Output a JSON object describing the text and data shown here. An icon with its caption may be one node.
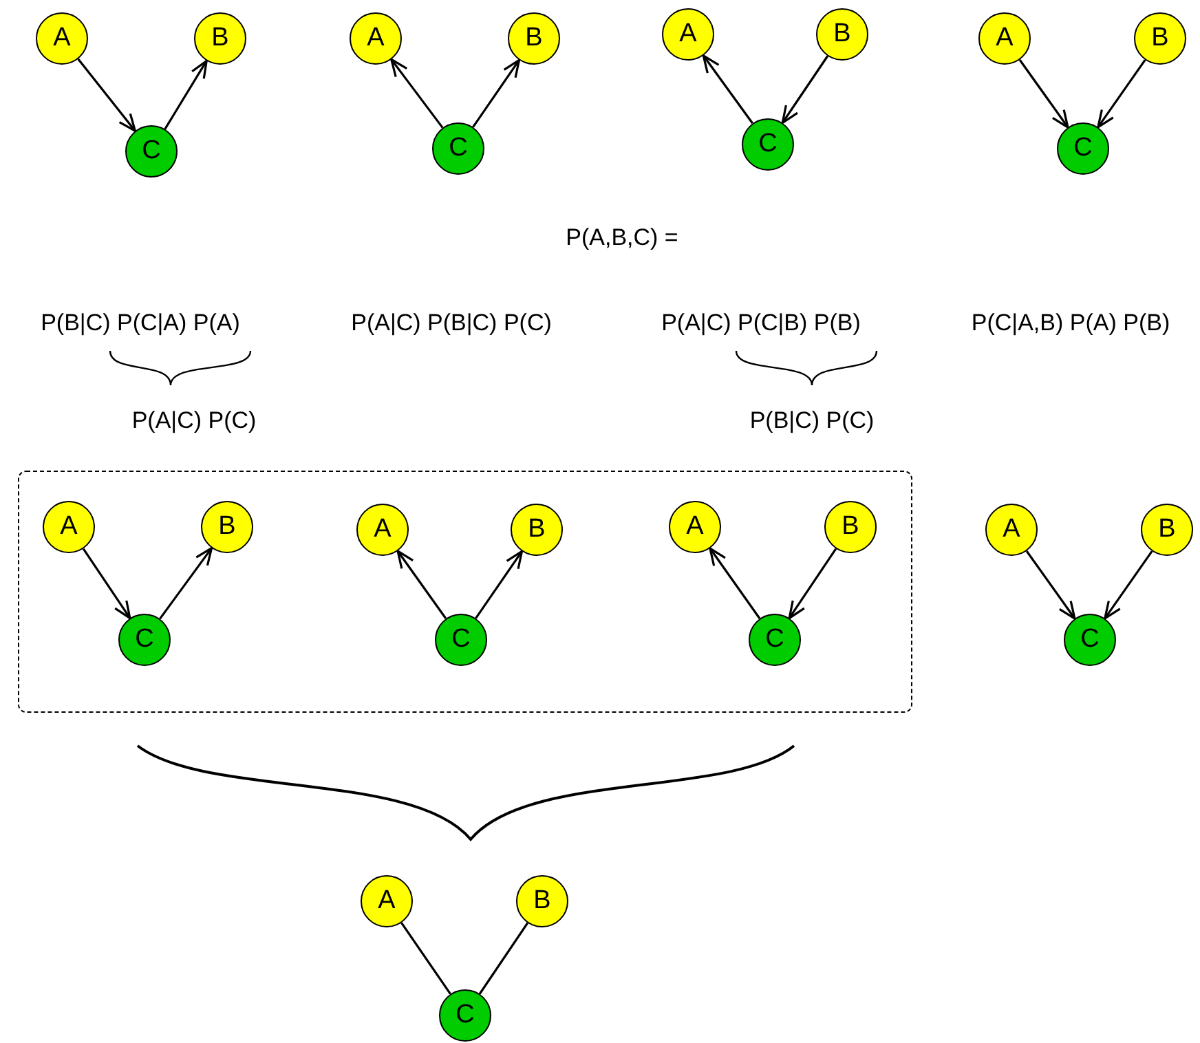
{
  "diagram": {
    "nodes": [
      {
        "text": [
          "A"
        ]
      },
      {
        "text": [
          "B"
        ]
      },
      {
        "text": [
          "C"
        ]
      },
      {
        "text": [
          "A"
        ]
      },
      {
        "text": [
          "B"
        ]
      },
      {
        "text": [
          "C"
        ]
      },
      {
        "text": [
          "A"
        ]
      },
      {
        "text": [
          "B"
        ]
      },
      {
        "text": [
          "C"
        ]
      },
      {
        "text": [
          "A"
        ]
      },
      {
        "text": [
          "B"
        ]
      },
      {
        "text": [
          "C"
        ]
      },
      {
        "text": [],
        "shape": "box"
      },
      {
        "text": [
          "A"
        ],
        "in": 12
      },
      {
        "text": [
          "B"
        ],
        "in": 12
      },
      {
        "text": [
          "C"
        ],
        "in": 12
      },
      {
        "text": [
          "A"
        ],
        "in": 12
      },
      {
        "text": [
          "B"
        ],
        "in": 12
      },
      {
        "text": [
          "C"
        ],
        "in": 12
      },
      {
        "text": [
          "A"
        ],
        "in": 12
      },
      {
        "text": [
          "B"
        ],
        "in": 12
      },
      {
        "text": [
          "C"
        ],
        "in": 12
      },
      {
        "text": [
          "A"
        ]
      },
      {
        "text": [
          "B"
        ]
      },
      {
        "text": [
          "C"
        ]
      },
      {
        "text": [
          "A"
        ]
      },
      {
        "text": [
          "B"
        ]
      },
      {
        "text": [
          "C"
        ]
      }
    ],
    "edges": [
      {
        "from": 0,
        "to": 2,
        "arrow": "to"
      },
      {
        "from": 2,
        "to": 1,
        "arrow": "to"
      },
      {
        "from": 5,
        "to": 3,
        "arrow": "to"
      },
      {
        "from": 5,
        "to": 4,
        "arrow": "to"
      },
      {
        "from": 8,
        "to": 6,
        "arrow": "to"
      },
      {
        "from": 7,
        "to": 8,
        "arrow": "to"
      },
      {
        "from": 9,
        "to": 11,
        "arrow": "to"
      },
      {
        "from": 10,
        "to": 11,
        "arrow": "to"
      },
      {
        "from": 13,
        "to": 15,
        "arrow": "to"
      },
      {
        "from": 15,
        "to": 14,
        "arrow": "to"
      },
      {
        "from": 18,
        "to": 16,
        "arrow": "to"
      },
      {
        "from": 18,
        "to": 17,
        "arrow": "to"
      },
      {
        "from": 21,
        "to": 19,
        "arrow": "to"
      },
      {
        "from": 20,
        "to": 21,
        "arrow": "to"
      },
      {
        "from": 22,
        "to": 24,
        "arrow": "to"
      },
      {
        "from": 23,
        "to": 24,
        "arrow": "to"
      },
      {
        "from": 25,
        "to": 27,
        "arrow": "none"
      },
      {
        "from": 26,
        "to": 27,
        "arrow": "none"
      }
    ],
    "labels": [
      "P(A,B,C) =",
      "P(B|C) P(C|A) P(A)",
      "P(A|C) P(B|C) P(C)",
      "P(A|C) P(C|B) P(B)",
      "P(C|A,B) P(A) P(B)",
      "P(A|C) P(C)",
      "P(B|C) P(C)"
    ]
  }
}
